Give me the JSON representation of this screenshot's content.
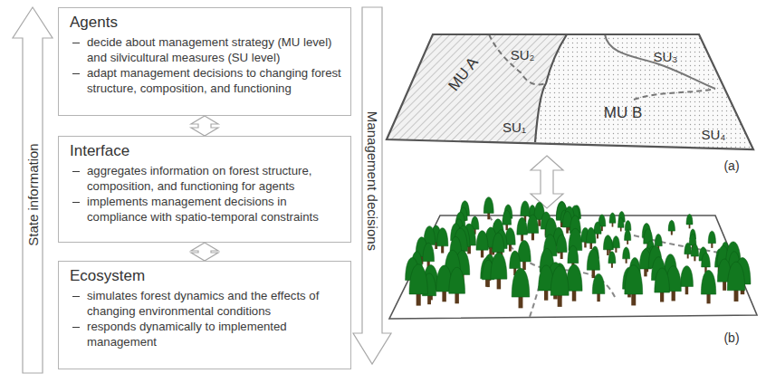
{
  "diagram": {
    "nodes": [
      {
        "text": [
          "Agents",
          "decide about management strategy (MU level) and silvicultural measures (SU level)",
          "adapt management decisions to changing forest structure, composition, and functioning"
        ]
      },
      {
        "text": [
          "Interface",
          "aggregates information on forest structure, composition, and functioning for agents",
          "implements management decisions in compliance with spatio-temporal constraints"
        ]
      },
      {
        "text": [
          "Ecosystem",
          "simulates forest dynamics and the effects of changing environmental conditions",
          "responds dynamically to implemented management"
        ]
      }
    ],
    "edges": [
      {
        "from": 0,
        "to": 1,
        "arrow": "both"
      },
      {
        "from": 1,
        "to": 2,
        "arrow": "both"
      }
    ],
    "labels": [
      "State information",
      "Management decisions",
      "MU A",
      "SU₂",
      "SU₃",
      "MU B",
      "SU₁",
      "SU₄",
      "(a)",
      "(b)"
    ]
  }
}
